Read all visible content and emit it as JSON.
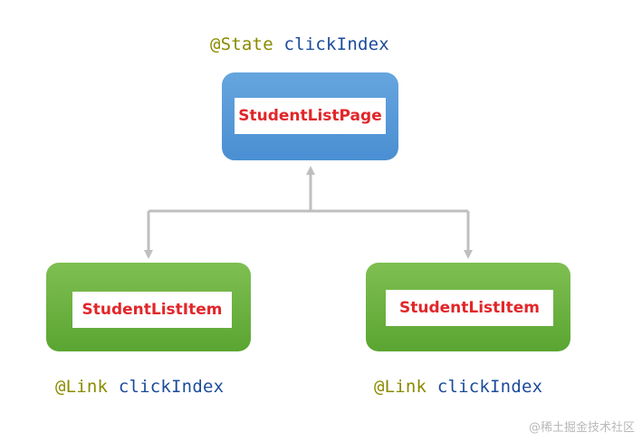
{
  "top_node": {
    "label": "StudentListPage",
    "annotation_decorator": "@State",
    "annotation_var": "clickIndex"
  },
  "left_node": {
    "label": "StudentListItem",
    "annotation_decorator": "@Link",
    "annotation_var": "clickIndex"
  },
  "right_node": {
    "label": "StudentListItem",
    "annotation_decorator": "@Link",
    "annotation_var": "clickIndex"
  },
  "watermark": "@稀土掘金技术社区",
  "colors": {
    "top_node": "#5b9bd5",
    "child_node": "#70ad47",
    "label_text": "#e2262a",
    "decorator_text": "#8a8a00",
    "variable_text": "#1b4b9b",
    "connector": "#bfbfbf"
  }
}
